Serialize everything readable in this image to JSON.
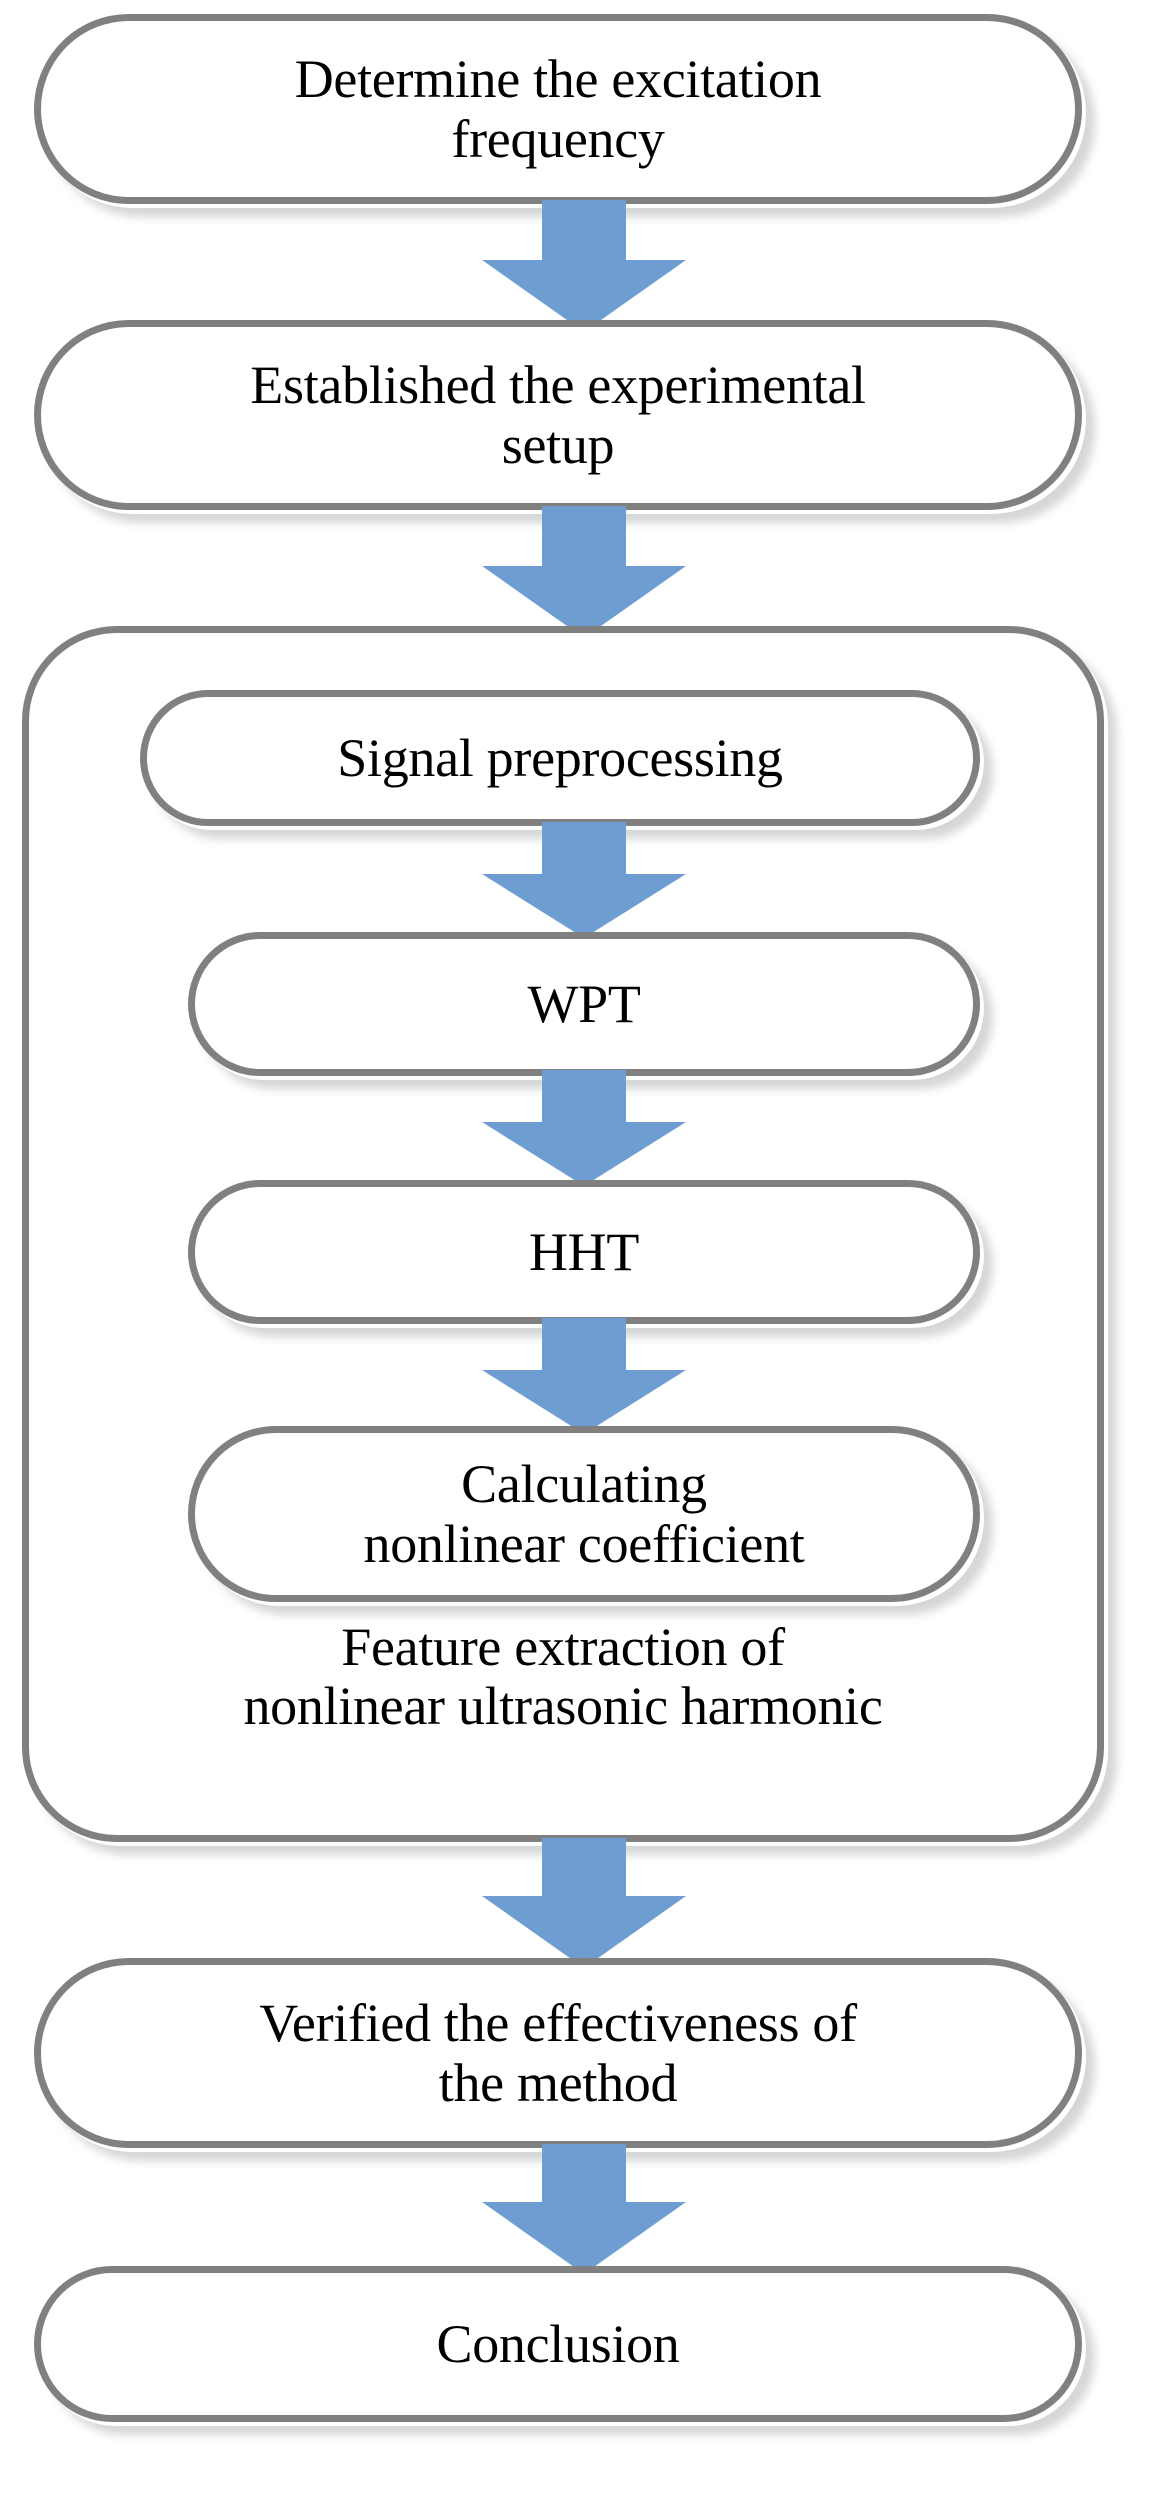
{
  "diagram": {
    "type": "flowchart",
    "orientation": "top-to-bottom",
    "palette": {
      "node_border": "#808080",
      "node_fill": "#FFFFFF",
      "arrow_fill": "#6E9ED1",
      "text": "#000000",
      "background": "#FFFFFF"
    },
    "nodes": [
      {
        "id": "determine-frequency",
        "label": "Determine the excitation\nfrequency"
      },
      {
        "id": "experimental-setup",
        "label": "Established the experimental\nsetup"
      },
      {
        "id": "signal-preprocessing",
        "label": "Signal preprocessing"
      },
      {
        "id": "wpt",
        "label": "WPT"
      },
      {
        "id": "hht",
        "label": "HHT"
      },
      {
        "id": "nonlinear-coefficient",
        "label": "Calculating\nnonlinear coefficient"
      },
      {
        "id": "verify-method",
        "label": "Verified the effectiveness of\nthe method"
      },
      {
        "id": "conclusion",
        "label": "Conclusion"
      }
    ],
    "group": {
      "id": "feature-extraction-group",
      "caption": "Feature extraction of\nnonlinear ultrasonic harmonic",
      "contains": [
        "signal-preprocessing",
        "wpt",
        "hht",
        "nonlinear-coefficient"
      ]
    },
    "arrows": [
      {
        "id": "arrow-1",
        "from": "determine-frequency",
        "to": "experimental-setup",
        "glyph": "down-arrow"
      },
      {
        "id": "arrow-2",
        "from": "experimental-setup",
        "to": "feature-extraction-group",
        "glyph": "down-arrow"
      },
      {
        "id": "arrow-3",
        "from": "signal-preprocessing",
        "to": "wpt",
        "glyph": "down-arrow"
      },
      {
        "id": "arrow-4",
        "from": "wpt",
        "to": "hht",
        "glyph": "down-arrow"
      },
      {
        "id": "arrow-5",
        "from": "hht",
        "to": "nonlinear-coefficient",
        "glyph": "down-arrow"
      },
      {
        "id": "arrow-6",
        "from": "feature-extraction-group",
        "to": "verify-method",
        "glyph": "down-arrow"
      },
      {
        "id": "arrow-7",
        "from": "verify-method",
        "to": "conclusion",
        "glyph": "down-arrow"
      }
    ]
  }
}
